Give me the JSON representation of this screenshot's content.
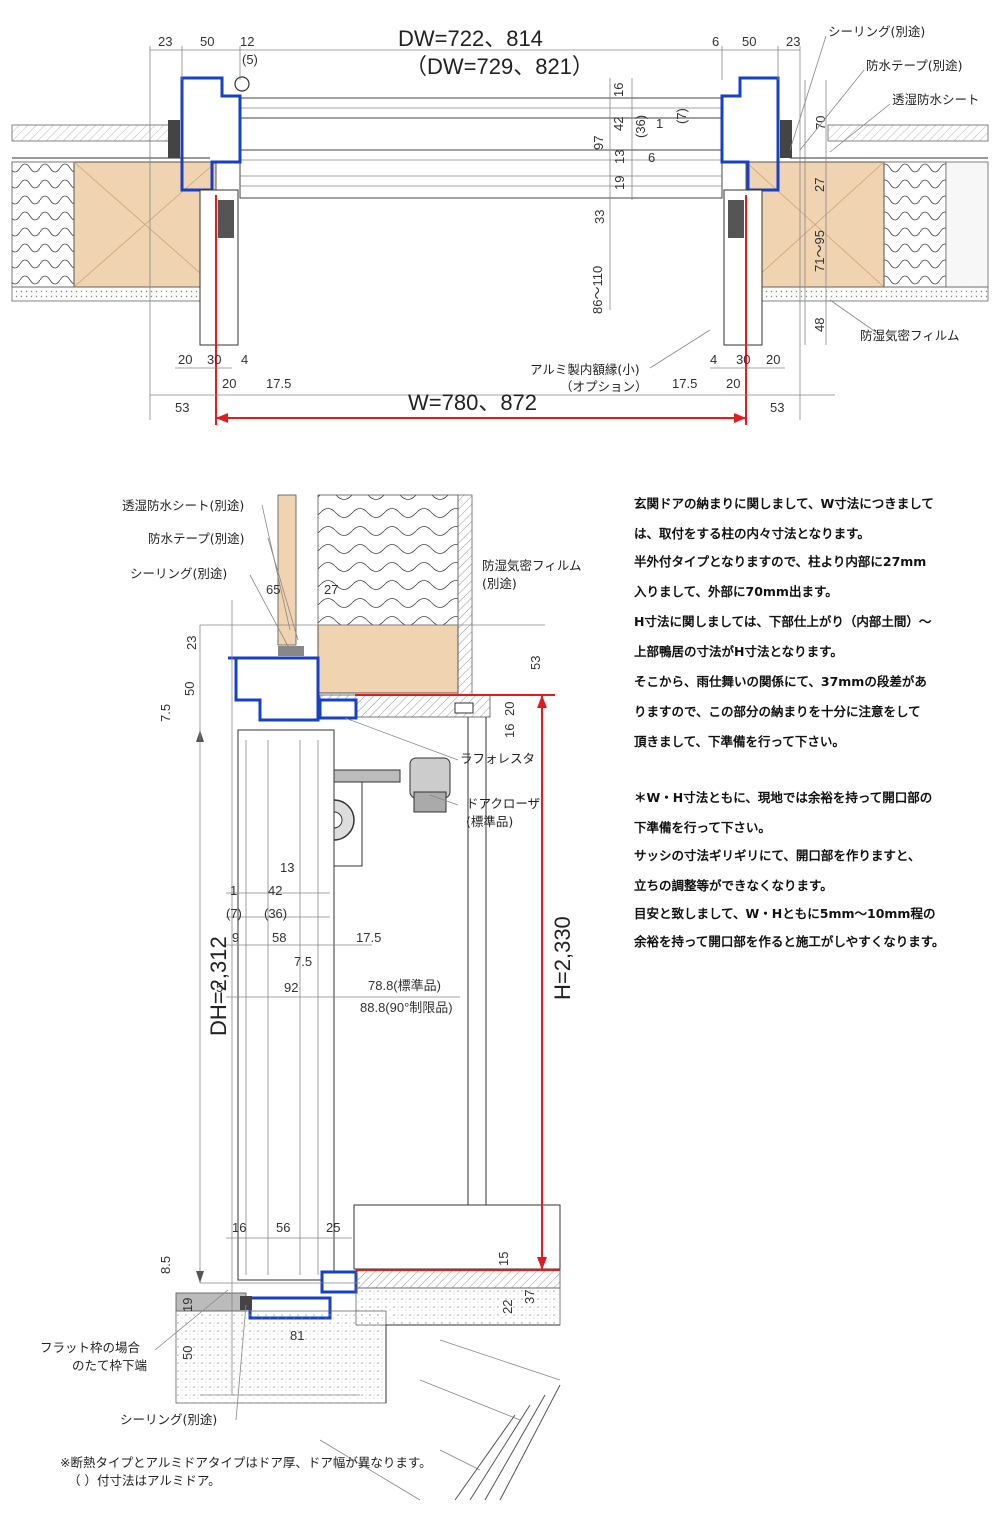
{
  "plan": {
    "dw_label": "DW=722、814",
    "dw_alu_label": "（DW=729、821）",
    "w_label": "W=780、872",
    "top_dims_left": [
      "23",
      "50",
      "12"
    ],
    "top_dims_right": [
      "6",
      "50",
      "23"
    ],
    "dim_5": "(5)",
    "center_vertical": [
      "16",
      "97",
      "42",
      "(36)",
      "1",
      "(7)",
      "13",
      "6",
      "19",
      "33",
      "86～110"
    ],
    "right_vertical": [
      "70",
      "27",
      "71～95",
      "48"
    ],
    "bottom_left": [
      "20",
      "30",
      "4",
      "20",
      "17.5",
      "53"
    ],
    "bottom_right": [
      "4",
      "30",
      "20",
      "17.5",
      "20",
      "53"
    ],
    "callouts": {
      "sealing": "シーリング(別途)",
      "tape": "防水テープ(別途)",
      "sheet": "透湿防水シート",
      "film": "防湿気密フィルム",
      "frame": "アルミ製内額縁(小)",
      "option": "（オプション）"
    }
  },
  "section": {
    "labels": {
      "sheet": "透湿防水シート(別途)",
      "tape": "防水テープ(別途)",
      "sealing": "シーリング(別途)",
      "film": "防湿気密フィルム",
      "film_sub": "(別途)",
      "rafore": "ラフォレスタ",
      "closer": "ドアクローザ",
      "closer_sub": "(標準品)",
      "flat": "フラット枠の場合",
      "flat_sub": "のたて枠下端",
      "sealing_bottom": "シーリング(別途)"
    },
    "dims": {
      "d65": "65",
      "d27": "27",
      "d23": "23",
      "d50": "50",
      "d75": "7.5",
      "d53": "53",
      "d20": "20",
      "d16": "16",
      "d13": "13",
      "d42": "42",
      "d1": "1",
      "d7": "(7)",
      "d36": "(36)",
      "d9": "9",
      "d58": "58",
      "d175": "17.5",
      "d752": "7.5",
      "d5": "5",
      "d92": "92",
      "d788": "78.8(標準品)",
      "d888": "88.8(90°制限品)",
      "d16b": "16",
      "d56": "56",
      "d25": "25",
      "d15": "15",
      "d85": "8.5",
      "d19": "19",
      "d22": "22",
      "d37": "37",
      "d81": "81",
      "d50b": "50"
    },
    "dh_label": "DH=2,312",
    "h_label": "H=2,330"
  },
  "notes": [
    "玄関ドアの納まりに関しまして、W寸法につきまして",
    "は、取付をする柱の内々寸法となります。",
    "半外付タイプとなりますので、柱より内部に27mm",
    "入りまして、外部に70mm出ます。",
    "H寸法に関しましては、下部仕上がり（内部土間）～",
    "上部鴨居の寸法がH寸法となります。",
    "そこから、雨仕舞いの関係にて、37mmの段差があ",
    "りますので、この部分の納まりを十分に注意をして",
    "頂きまして、下準備を行って下さい。",
    "",
    "＊W・H寸法ともに、現地では余裕を持って開口部の",
    "下準備を行って下さい。",
    "サッシの寸法ギリギリにて、開口部を作りますと、",
    "立ちの調整等ができなくなります。",
    "目安と致しまして、W・Hともに5mm～10mm程の",
    "余裕を持って開口部を作ると施工がしやすくなります。"
  ],
  "footnotes": [
    "※断熱タイプとアルミドアタイプはドア厚、ドア幅が異なります。",
    "（ ）付寸法はアルミドア。"
  ],
  "colors": {
    "frame": "#1740c8",
    "dimension": "#e21b1b",
    "wood": "#f0d3b0",
    "concrete": "#d8d8d8"
  }
}
